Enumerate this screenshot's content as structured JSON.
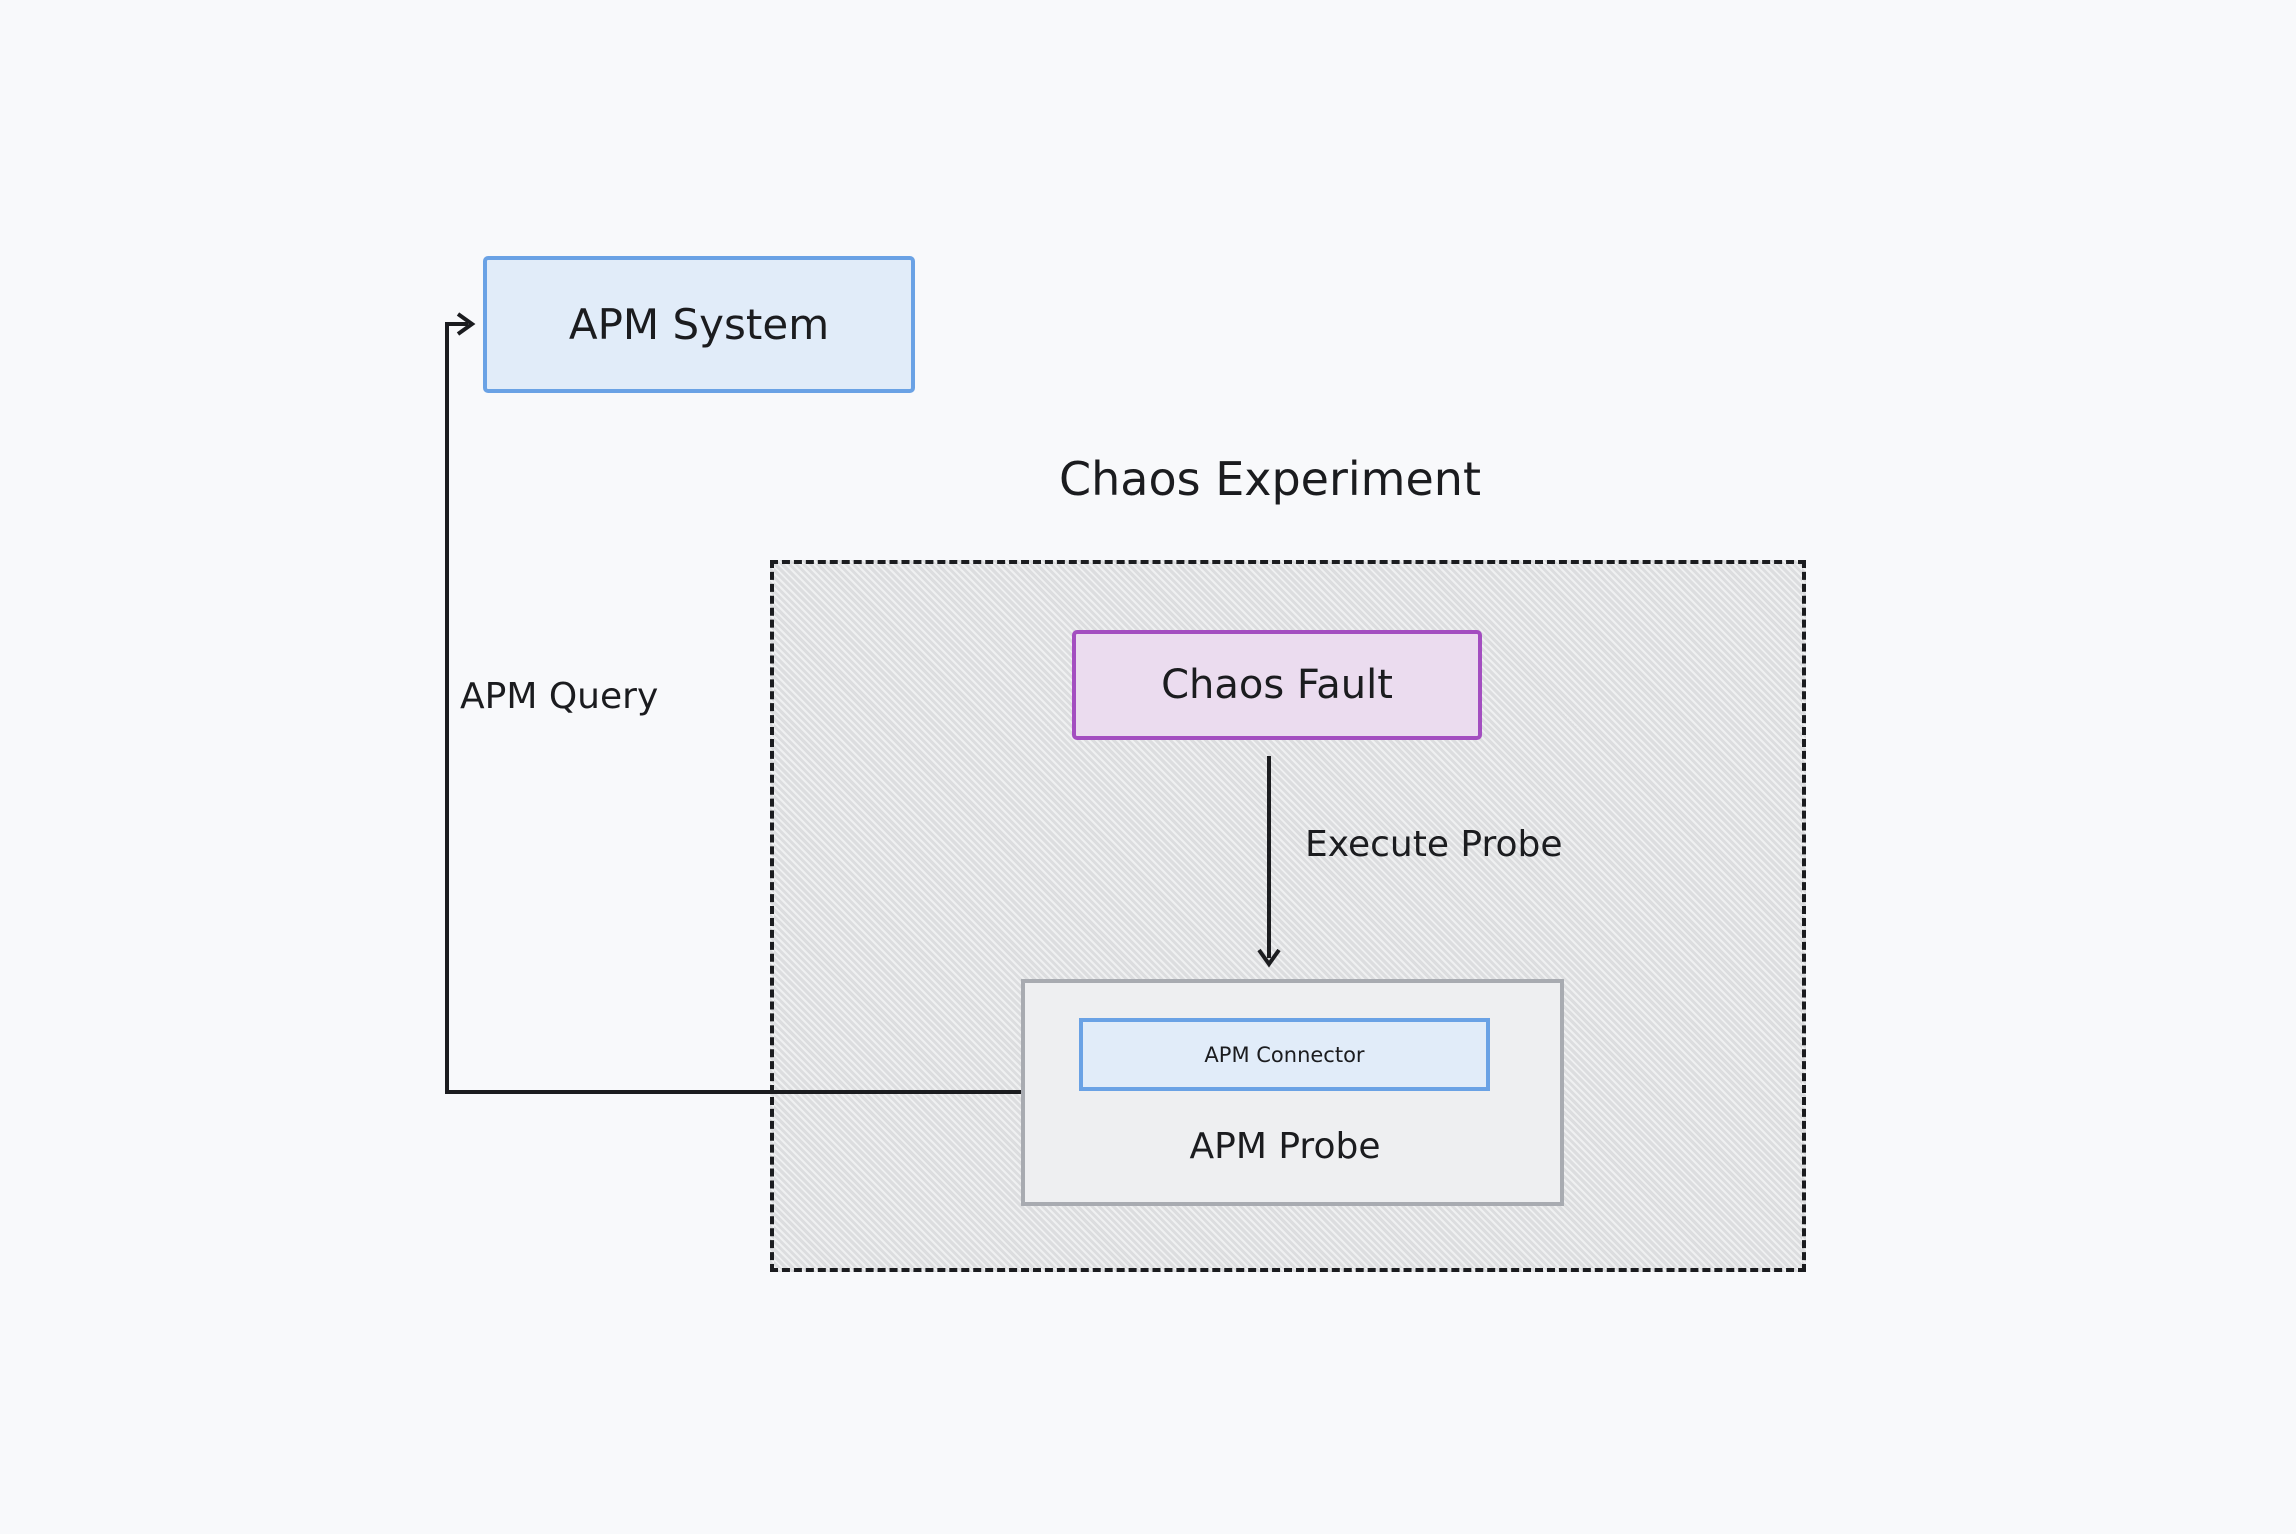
{
  "nodes": {
    "apm_system": "APM System",
    "chaos_experiment": "Chaos Experiment",
    "chaos_fault": "Chaos Fault",
    "apm_connector": "APM Connector",
    "apm_probe": "APM Probe"
  },
  "edges": {
    "apm_query": "APM Query",
    "execute_probe": "Execute Probe"
  },
  "colors": {
    "background": "#f8f9fb",
    "apm_fill": "#e1ecf9",
    "apm_border": "#6aa2e5",
    "fault_fill": "#ebdcef",
    "fault_border": "#a34ec0",
    "probe_fill": "#eeeff1",
    "probe_border": "#a8abb1",
    "line": "#1b1c1f"
  }
}
